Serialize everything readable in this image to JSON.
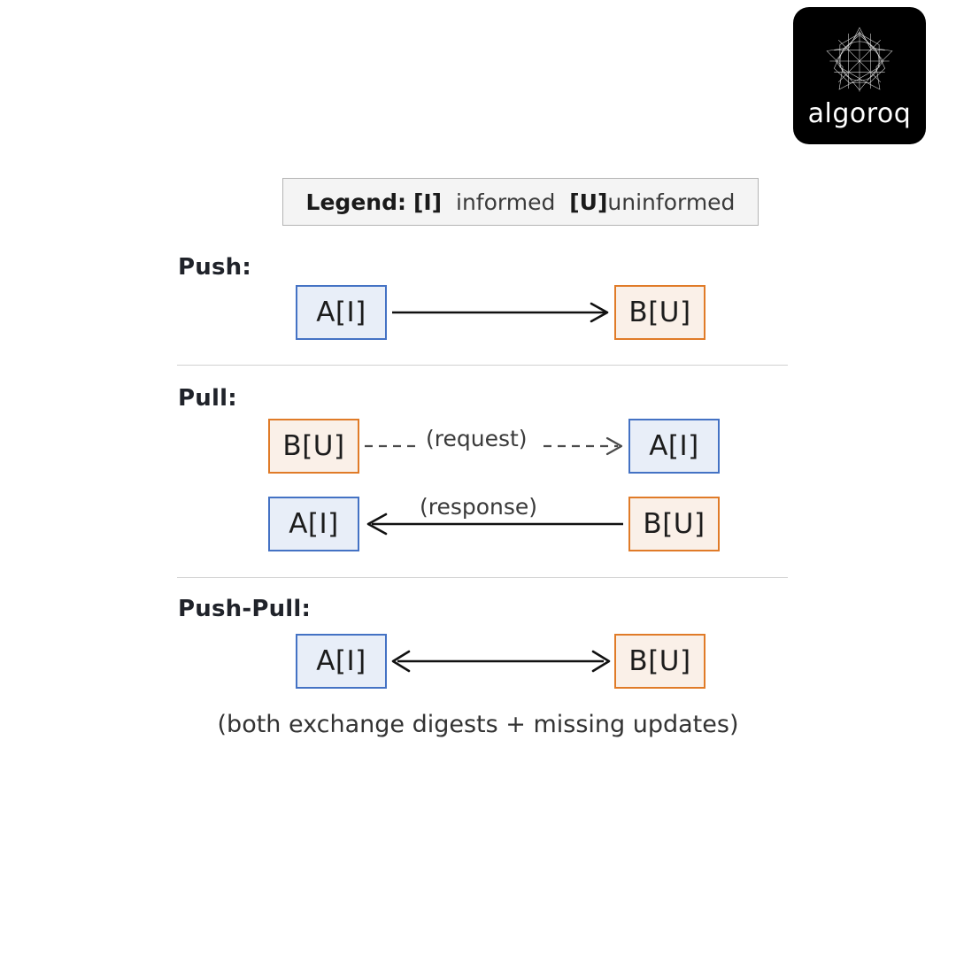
{
  "brand": {
    "name": "algoroq",
    "logo_icon": "star-polygon-icon",
    "tile_color": "#000000"
  },
  "legend": {
    "title": "Legend:",
    "informed_tag": "[I]",
    "informed_text": "informed",
    "uninformed_tag": "[U]",
    "uninformed_text": "uninformed"
  },
  "colors": {
    "informed_border": "#4472C4",
    "informed_fill": "#E8EEF8",
    "uninformed_border": "#E07B28",
    "uninformed_fill": "#FAF0E8",
    "legend_fill": "#F4F4F4",
    "legend_border": "#B4B4B4",
    "divider": "#D2D2D2",
    "arrow": "#111111"
  },
  "sections": {
    "push": {
      "label": "Push:",
      "source": "A[I]",
      "target": "B[U]",
      "arrow_style": "solid",
      "arrow_direction": "right",
      "edge_label": ""
    },
    "pull": {
      "label": "Pull:",
      "request": {
        "source": "B[U]",
        "target": "A[I]",
        "edge_label": "(request)",
        "arrow_style": "dashed",
        "arrow_direction": "right"
      },
      "response": {
        "source": "B[U]",
        "target": "A[I]",
        "edge_label": "(response)",
        "arrow_style": "solid",
        "arrow_direction": "left"
      }
    },
    "push_pull": {
      "label": "Push-Pull:",
      "left_node": "A[I]",
      "right_node": "B[U]",
      "arrow_style": "solid",
      "arrow_direction": "bidirectional",
      "caption": "(both exchange digests + missing updates)"
    }
  }
}
